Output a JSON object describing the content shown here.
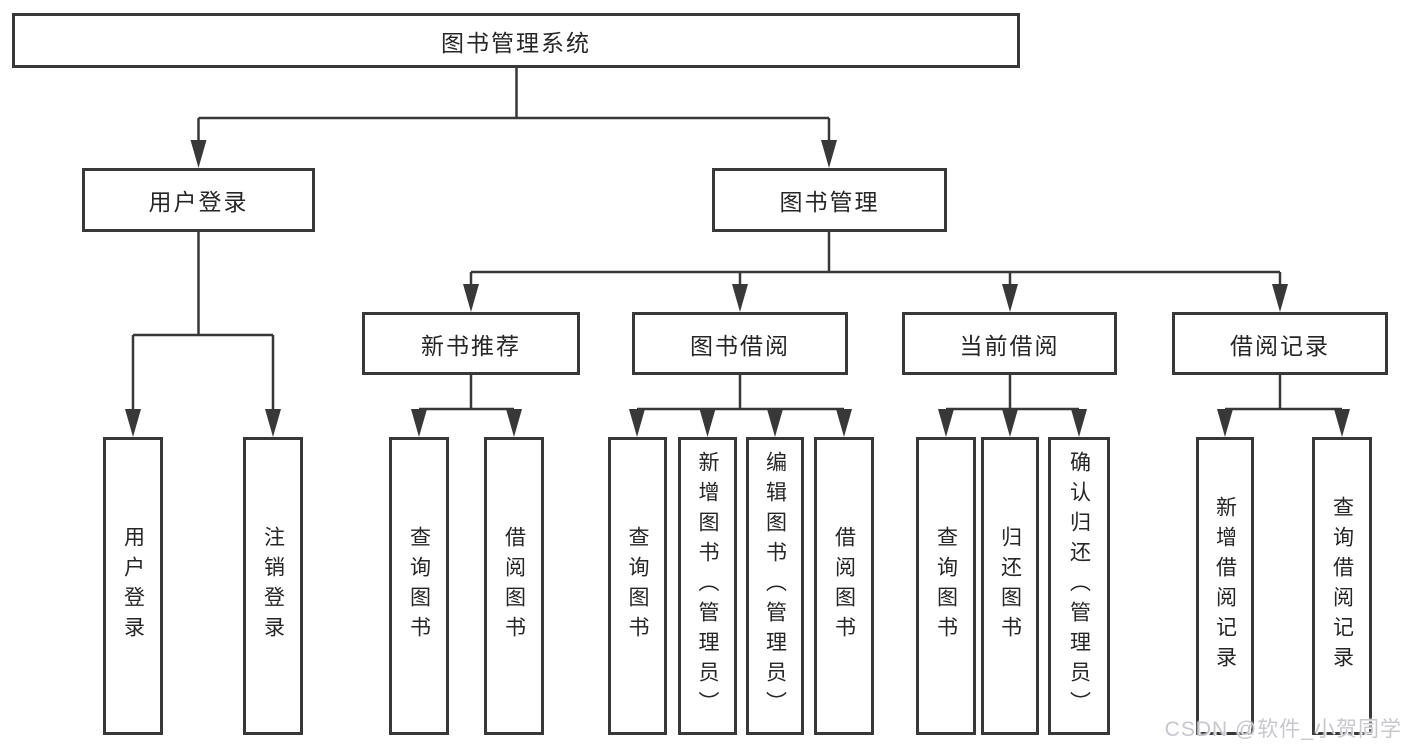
{
  "diagram_title": "图书管理系统",
  "nodes": {
    "root": "图书管理系统",
    "user_login": "用户登录",
    "book_management": "图书管理",
    "new_book_recommend": "新书推荐",
    "book_borrowing": "图书借阅",
    "current_borrowing": "当前借阅",
    "borrowing_records": "借阅记录",
    "leaf_user_login": "用户登录",
    "leaf_logout": "注销登录",
    "leaf_query_books_nb": "查询图书",
    "leaf_borrow_books_nb": "借阅图书",
    "leaf_query_books_bb": "查询图书",
    "leaf_add_books_admin": "新增图书（管理员）",
    "leaf_edit_books_admin": "编辑图书（管理员）",
    "leaf_borrow_books_bb": "借阅图书",
    "leaf_query_books_cb": "查询图书",
    "leaf_return_books": "归还图书",
    "leaf_confirm_return_admin": "确认归还（管理员）",
    "leaf_add_borrow_record": "新增借阅记录",
    "leaf_query_borrow_record": "查询借阅记录"
  },
  "hierarchy": {
    "图书管理系统": {
      "用户登录": [
        "用户登录",
        "注销登录"
      ],
      "图书管理": {
        "新书推荐": [
          "查询图书",
          "借阅图书"
        ],
        "图书借阅": [
          "查询图书",
          "新增图书（管理员）",
          "编辑图书（管理员）",
          "借阅图书"
        ],
        "当前借阅": [
          "查询图书",
          "归还图书",
          "确认归还（管理员）"
        ],
        "借阅记录": [
          "新增借阅记录",
          "查询借阅记录"
        ]
      }
    }
  },
  "watermark": "CSDN @软件_小贺同学",
  "colors": {
    "line": "#383838",
    "box_border": "#383838",
    "box_background": "#ffffff",
    "text": "#262626",
    "watermark": "#c7c7cd"
  }
}
